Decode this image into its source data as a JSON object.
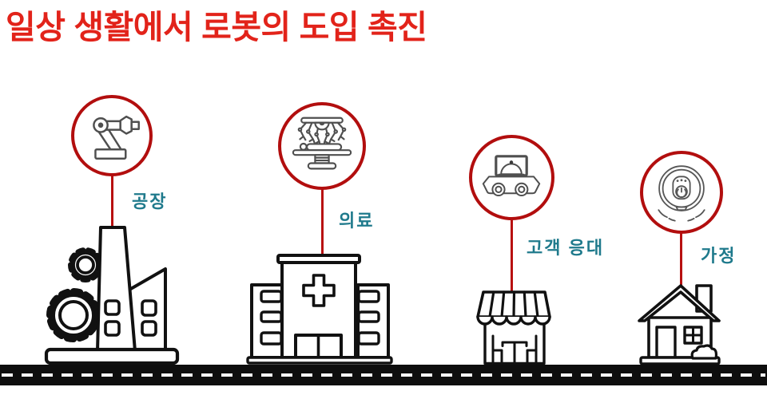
{
  "title": "일상 생활에서 로봇의 도입 촉진",
  "colors": {
    "title_red": "#e2231a",
    "badge_circle_red": "#b20e0e",
    "connector_red": "#b81010",
    "label_teal": "#1f7a8c",
    "badge_icon_gray": "#4f4f4f",
    "building_line_black": "#111111",
    "road_black": "#0e0e0e",
    "background": "#ffffff"
  },
  "sections": [
    {
      "id": "factory",
      "label": "공장",
      "badge_icon": "robot-arm-icon",
      "illustration": "factory-building"
    },
    {
      "id": "medical",
      "label": "의료",
      "badge_icon": "surgical-robot-icon",
      "illustration": "hospital-building"
    },
    {
      "id": "customer-service",
      "label": "고객 응대",
      "badge_icon": "serving-robot-icon",
      "illustration": "storefront"
    },
    {
      "id": "home",
      "label": "가정",
      "badge_icon": "robot-vacuum-icon",
      "illustration": "house"
    }
  ],
  "road": {
    "icon": "road-with-dashed-center-line"
  }
}
